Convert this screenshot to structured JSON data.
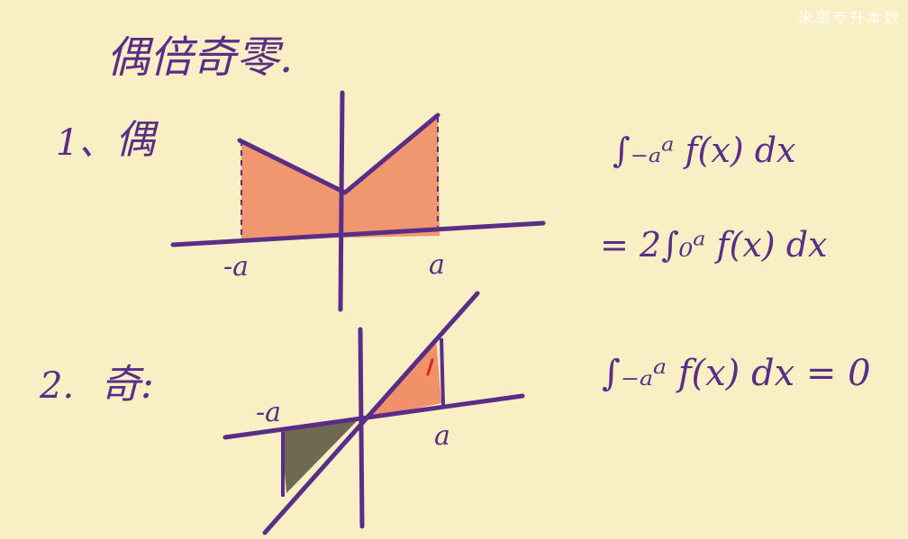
{
  "title": "偶倍奇零.",
  "watermark": "米哥专升本数",
  "sections": [
    {
      "number": "1、",
      "label": "偶",
      "graph": {
        "neg_tick": "-a",
        "pos_tick": "a"
      },
      "formula_lines": [
        "∫₋ₐᵃ f(x) dx",
        "= 2∫₀ᵃ f(x) dx"
      ]
    },
    {
      "number": "2.",
      "label": "奇:",
      "graph": {
        "neg_tick": "-a",
        "pos_tick": "a"
      },
      "formula_lines": [
        "∫₋ₐᵃ f(x) dx = 0"
      ]
    }
  ],
  "colors": {
    "background": "#f8efc4",
    "ink": "#5a2d86",
    "fill_positive": "#f0916a",
    "fill_negative": "#6f6852",
    "mark_red": "#d9261c"
  }
}
